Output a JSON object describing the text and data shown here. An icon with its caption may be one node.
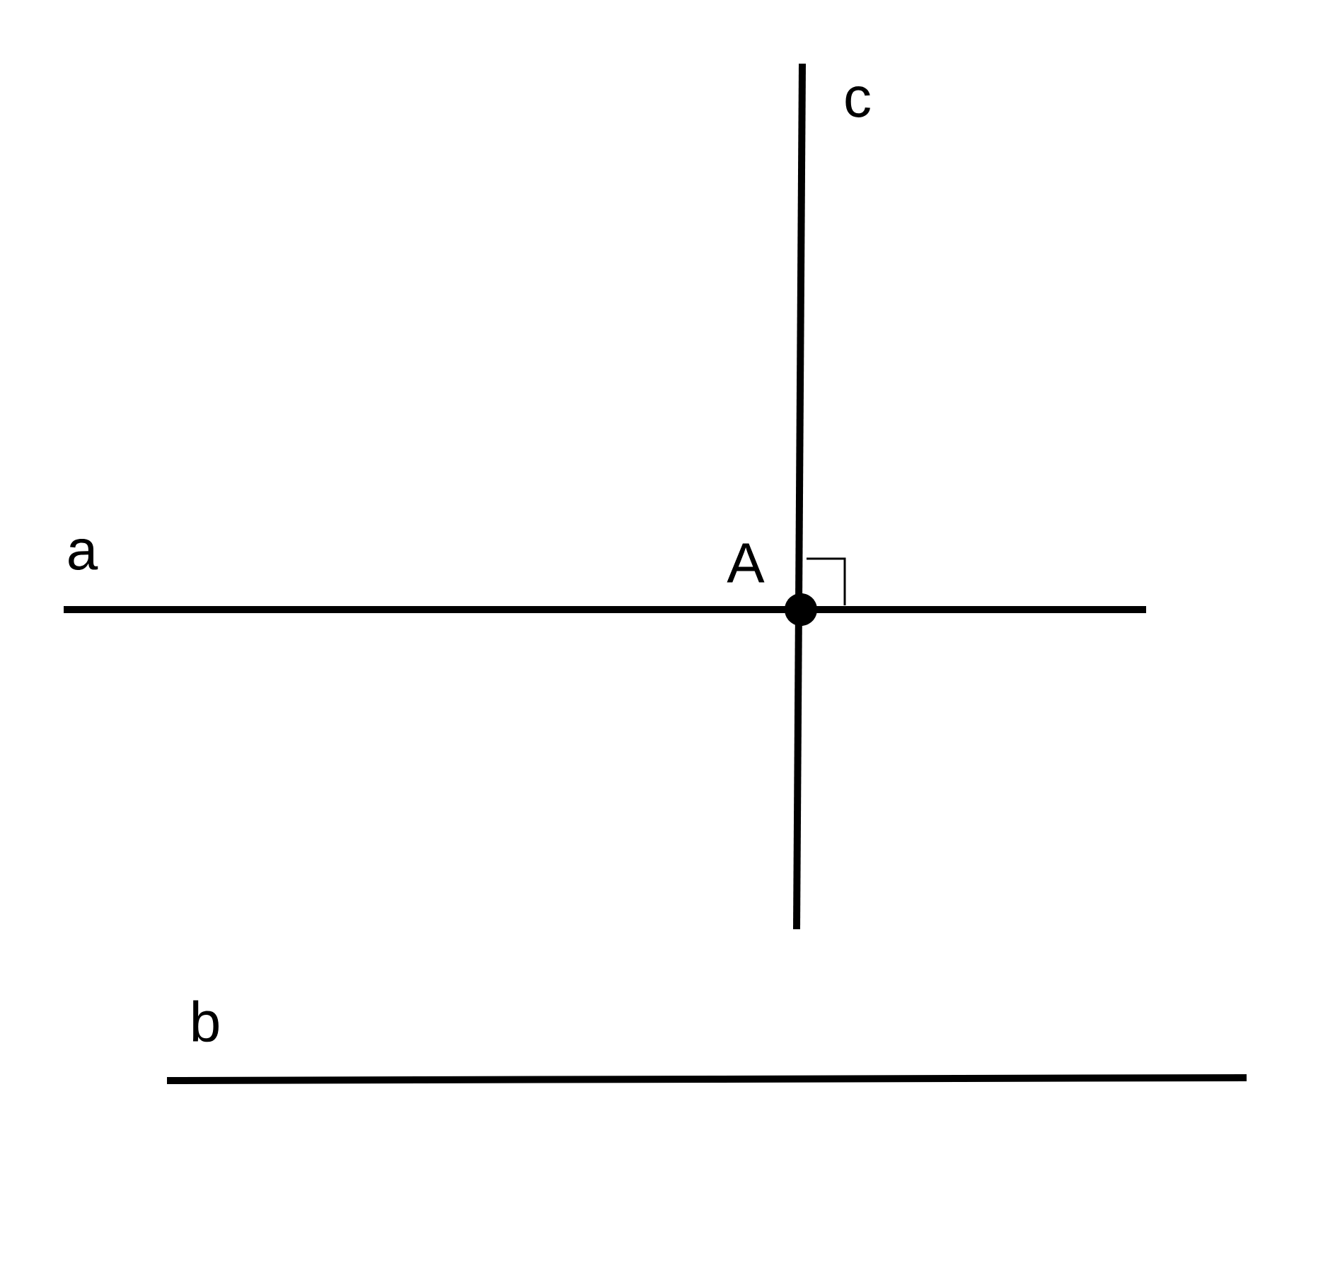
{
  "diagram": {
    "labels": [
      "c",
      "a",
      "A",
      "b"
    ]
  }
}
